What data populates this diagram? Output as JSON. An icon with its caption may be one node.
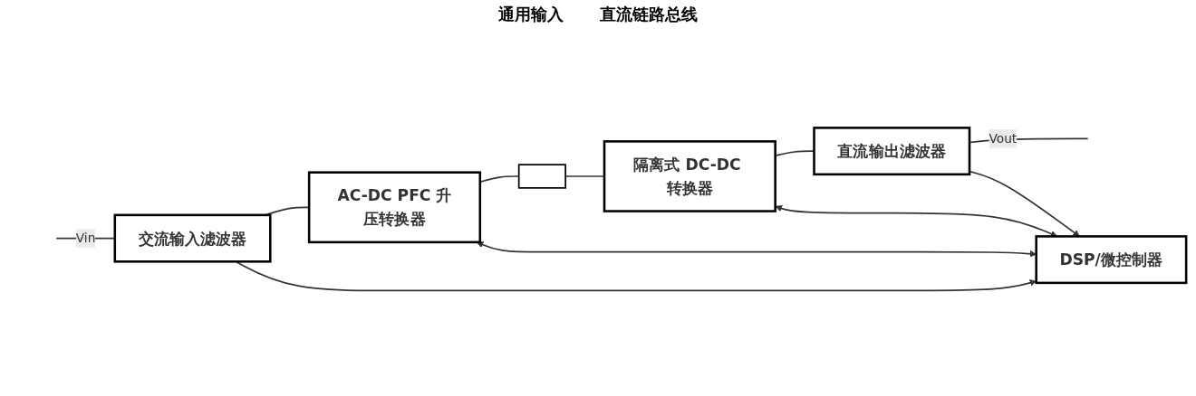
{
  "diagram": {
    "nodes": [
      {
        "text": [
          "交流输入滤波器"
        ]
      },
      {
        "text": [
          "AC-DC PFC 升压转换器"
        ]
      },
      {
        "text": [],
        "shape": "capacitor"
      },
      {
        "text": [
          "隔离式 DC-DC 转换器"
        ]
      },
      {
        "text": [
          "直流输出滤波器"
        ]
      },
      {
        "text": [
          "DSP/微控制器"
        ]
      }
    ],
    "edges": [
      {
        "from": null,
        "to": 0,
        "arrow": "none",
        "label": "Vin"
      },
      {
        "from": 0,
        "to": 1,
        "arrow": "none"
      },
      {
        "from": 1,
        "to": 2,
        "arrow": "none"
      },
      {
        "from": 2,
        "to": 3,
        "arrow": "none"
      },
      {
        "from": 3,
        "to": 4,
        "arrow": "none"
      },
      {
        "from": 4,
        "to": null,
        "arrow": "none",
        "label": "Vout"
      },
      {
        "from": 0,
        "to": 5,
        "arrow": "to"
      },
      {
        "from": 1,
        "to": 5,
        "arrow": "both"
      },
      {
        "from": 3,
        "to": 5,
        "arrow": "both"
      },
      {
        "from": 4,
        "to": 5,
        "arrow": "to"
      }
    ],
    "labels": [
      "通用输入",
      "直流链路总线"
    ]
  }
}
